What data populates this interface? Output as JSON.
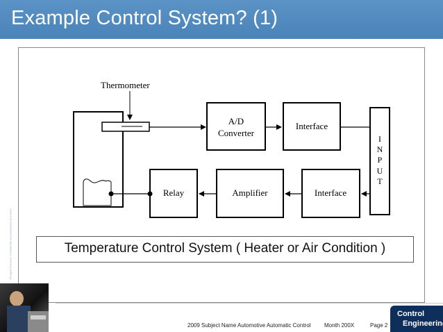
{
  "slide": {
    "title": "Example Control System? (1)",
    "side_note": "All rights reserved. Confidential and proprietary document"
  },
  "diagram": {
    "thermometer_label": "Thermometer",
    "ad_converter_line1": "A/D",
    "ad_converter_line2": "Converter",
    "interface_top": "Interface",
    "input_letters": [
      "I",
      "N",
      "P",
      "U",
      "T"
    ],
    "relay": "Relay",
    "amplifier": "Amplifier",
    "interface_bottom": "Interface"
  },
  "caption": "Temperature Control System ( Heater or Air Condition )",
  "footer": {
    "subject": "2009 Subject Name  Automotive Automatic Control",
    "month": "Month 200X",
    "page": "Page 2"
  },
  "logo": {
    "line1": "Control",
    "line2": "Engineering"
  }
}
